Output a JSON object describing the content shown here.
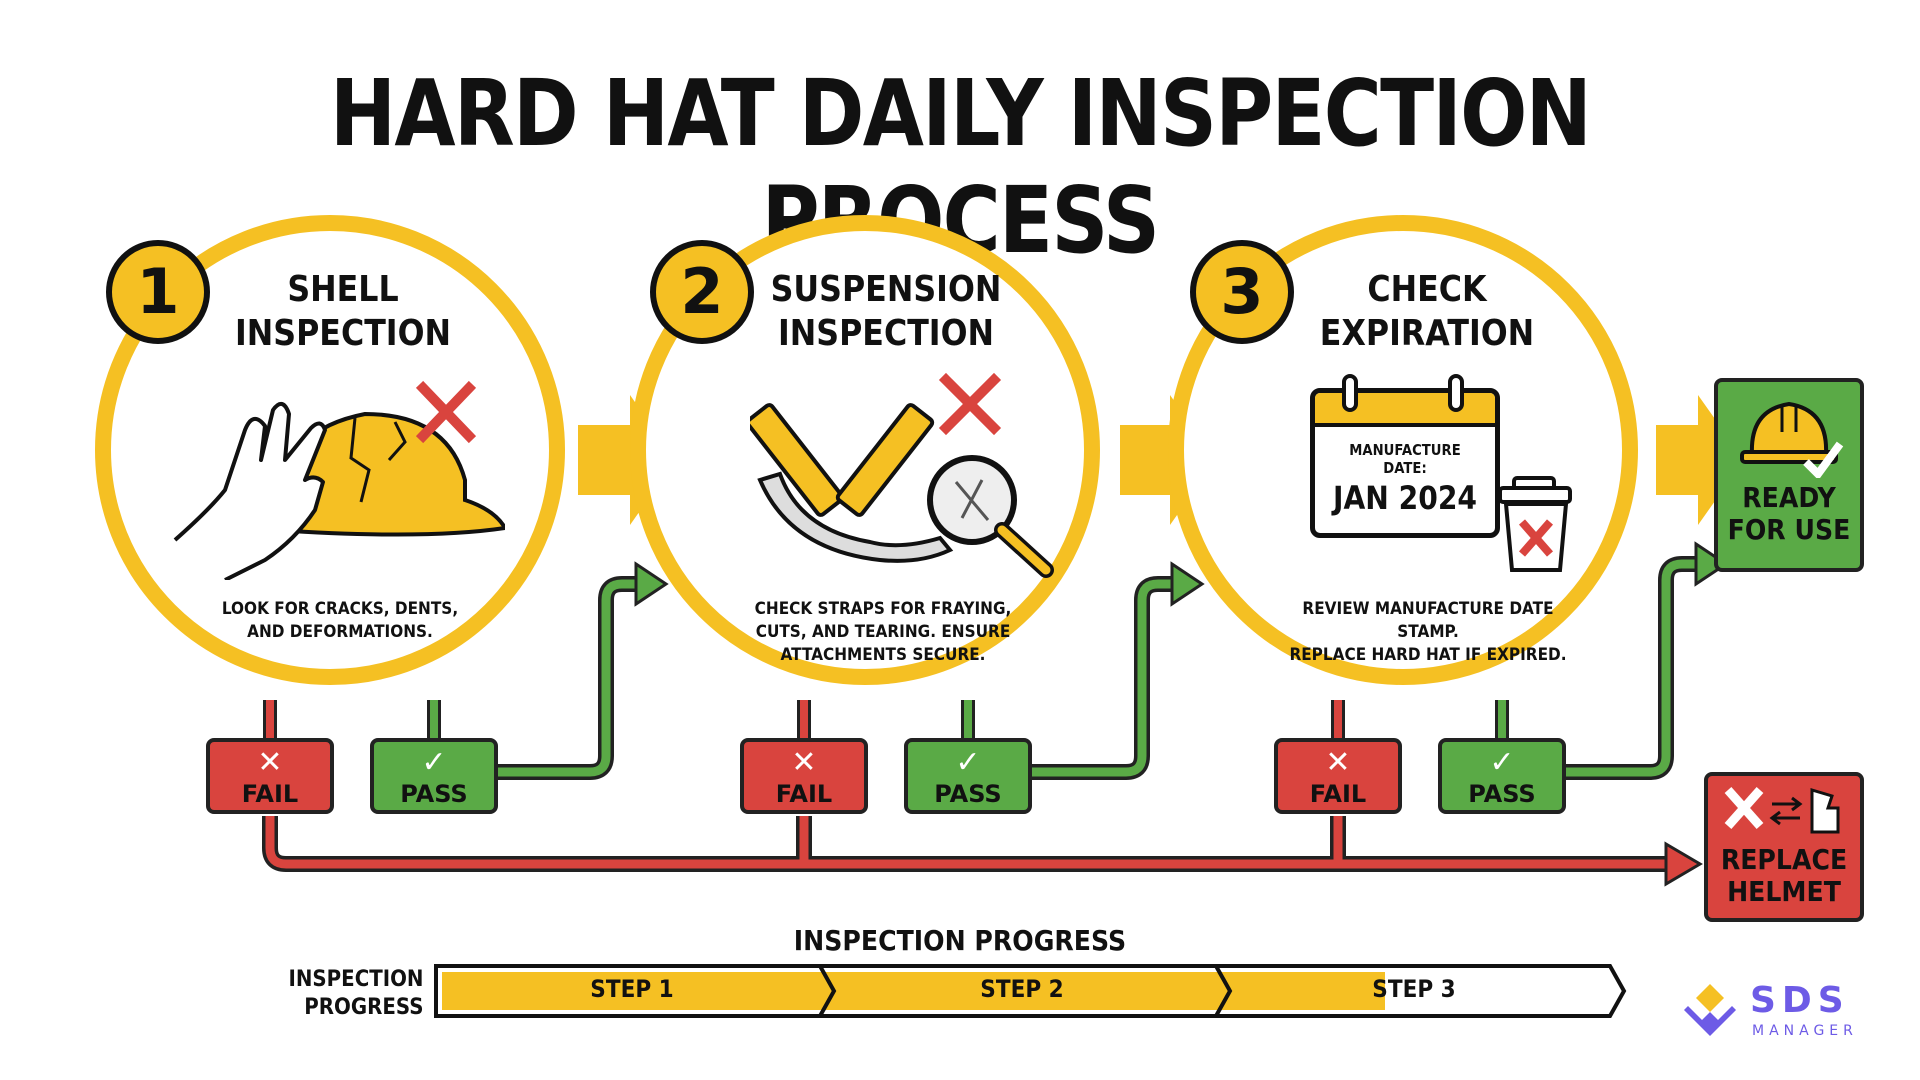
{
  "title": "HARD HAT DAILY INSPECTION PROCESS",
  "steps": [
    {
      "number": "1",
      "title_line1": "SHELL",
      "title_line2": "INSPECTION",
      "desc_line1": "LOOK FOR CRACKS, DENTS,",
      "desc_line2": "AND DEFORMATIONS.",
      "desc_line3": ""
    },
    {
      "number": "2",
      "title_line1": "SUSPENSION",
      "title_line2": "INSPECTION",
      "desc_line1": "CHECK STRAPS FOR FRAYING,",
      "desc_line2": "CUTS, AND TEARING. ENSURE",
      "desc_line3": "ATTACHMENTS SECURE."
    },
    {
      "number": "3",
      "title_line1": "CHECK",
      "title_line2": "EXPIRATION",
      "desc_line1": "REVIEW MANUFACTURE DATE STAMP.",
      "desc_line2": "REPLACE HARD HAT IF EXPIRED.",
      "desc_line3": ""
    }
  ],
  "calendar": {
    "label": "MANUFACTURE DATE:",
    "date": "JAN 2024"
  },
  "fail_label": "FAIL",
  "pass_label": "PASS",
  "outcomes": {
    "ready_line1": "READY",
    "ready_line2": "FOR USE",
    "replace_line1": "REPLACE",
    "replace_line2": "HELMET"
  },
  "progress": {
    "title": "INSPECTION PROGRESS",
    "side_line1": "INSPECTION",
    "side_line2": "PROGRESS",
    "segments": [
      "STEP 1",
      "STEP 2",
      "STEP 3"
    ],
    "completed_fraction": 0.8
  },
  "logo": {
    "name": "SDS",
    "sub": "MANAGER"
  },
  "colors": {
    "yellow": "#f5c023",
    "green": "#5aaa46",
    "red": "#d9443e",
    "brand": "#6d5be6"
  },
  "icons": [
    "cracked-hard-hat-icon",
    "hand-icon",
    "x-mark-icon",
    "broken-strap-icon",
    "magnifier-icon",
    "calendar-icon",
    "trash-bin-icon",
    "check-mark-icon",
    "hard-hat-icon",
    "swap-icon"
  ]
}
